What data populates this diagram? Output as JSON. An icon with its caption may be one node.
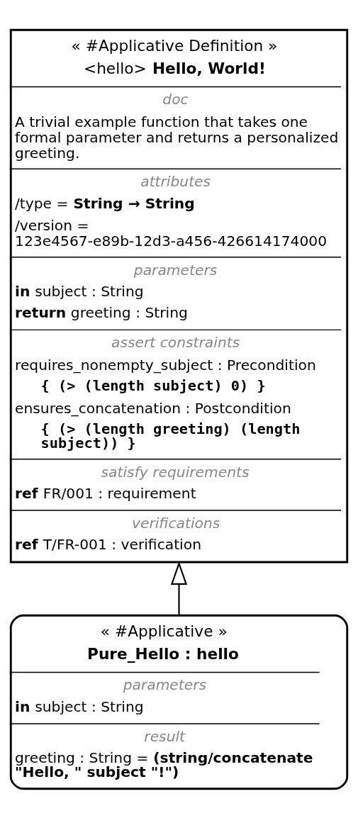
{
  "diagram": {
    "nodes": [
      {
        "text": [
          "« #Applicative Definition »",
          "<hello> **Hello, World!**",
          "doc",
          "A trivial example function that takes one formal parameter and returns a personalized greeting.",
          "attributes",
          "/type = **String → String**",
          "/version = 123e4567-e89b-12d3-a456-426614174000",
          "parameters",
          "**in** subject : String",
          "**return** greeting : String",
          "assert constraints",
          "requires_nonempty_subject : Precondition",
          "{ (> (length subject) 0) }",
          "ensures_concatenation : Postcondition",
          "{ (> (length greeting) (length subject)) }",
          "satisfy requirements",
          "**ref** FR/001 : requirement",
          "verifications",
          "**ref** T/FR-001 : verification"
        ]
      },
      {
        "text": [
          "« #Applicative »",
          "Pure_Hello : hello",
          "parameters",
          "**in** subject : String",
          "result",
          "greeting : String = **(string/concatenate \"Hello, \" subject \"!\")**"
        ]
      }
    ],
    "edges": [
      {
        "from": 1,
        "to": 0,
        "arrow": "to"
      }
    ]
  }
}
